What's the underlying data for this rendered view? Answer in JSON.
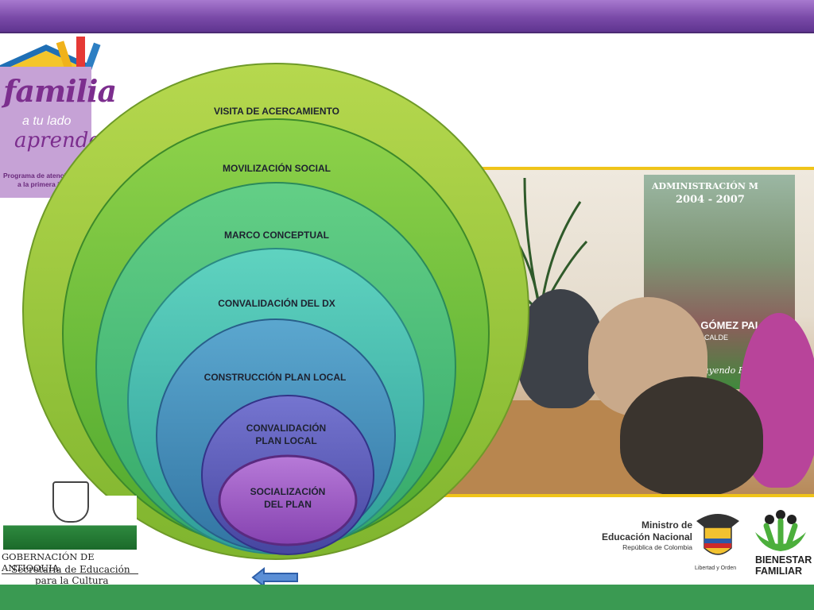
{
  "colors": {
    "top_bar": "#7a4aa8",
    "bottom_bar": "#3a9a52",
    "photo_border": "#f0c419"
  },
  "logo_familia": {
    "word1": "familia",
    "word2": "a tu lado",
    "word3": "aprendo",
    "tagline_line1": "Programa de atención",
    "tagline_line2": "a la primera in"
  },
  "diagram": {
    "rings": [
      {
        "label": "VISITA DE ACERCAMIENTO",
        "color": "#9dc93f"
      },
      {
        "label": "MOVILIZACIÓN SOCIAL",
        "color": "#6cc03d"
      },
      {
        "label": "MARCO CONCEPTUAL",
        "color": "#4cc07a"
      },
      {
        "label": "CONVALIDACIÓN DEL DX",
        "color": "#45bca9"
      },
      {
        "label": "CONSTRUCCIÓN PLAN LOCAL",
        "color": "#3d8fb8"
      },
      {
        "label_line1": "CONVALIDACIÓN",
        "label_line2": "PLAN LOCAL",
        "color": "#5656b4"
      },
      {
        "label_line1": "SOCIALIZACIÓN",
        "label_line2": "DEL PLAN",
        "color": "#9a55c2"
      }
    ]
  },
  "photo": {
    "poster_title": "ADMINISTRACIÓN M",
    "poster_years": "2004 - 2007",
    "poster_name": "TO GÓMEZ PALAC",
    "poster_sub": "ALCALDE",
    "poster_slogan": "truyendo Futur"
  },
  "logo_gob": {
    "line1": "GOBERNACIÓN DE ANTIOQUIA",
    "line2": "Secretaría de Educación",
    "line3": "para la Cultura"
  },
  "ministry": {
    "line1": "Ministro de",
    "line2": "Educación Nacional",
    "line3": "República de Colombia",
    "motto": "Libertad y Orden"
  },
  "bienestar": {
    "line1": "BIENESTAR",
    "line2": "FAMILIAR"
  },
  "nav": {
    "back_icon": "left-arrow-icon"
  }
}
